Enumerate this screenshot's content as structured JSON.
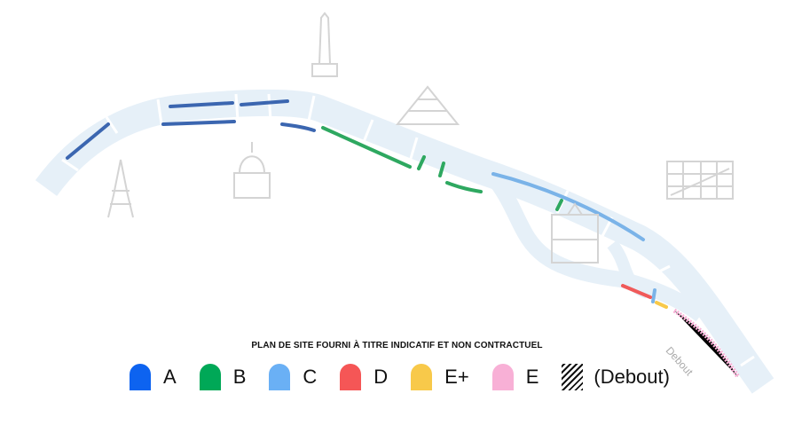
{
  "disclaimer": "PLAN DE SITE FOURNI À TITRE INDICATIF ET NON CONTRACTUEL",
  "map_label_debout": "Debout",
  "legend": [
    {
      "label": "A",
      "color": "#0d63f0"
    },
    {
      "label": "B",
      "color": "#00a857"
    },
    {
      "label": "C",
      "color": "#6ab0f5"
    },
    {
      "label": "D",
      "color": "#f55656"
    },
    {
      "label": "E+",
      "color": "#f8c94a"
    },
    {
      "label": "E",
      "color": "#f8b0d6"
    },
    {
      "label": "(Debout)",
      "pattern": "hatch"
    }
  ],
  "colors": {
    "river": "#e6f0f8",
    "landmark": "#d4d4d4",
    "zone_a_map": "#3b66b0"
  },
  "landmarks": [
    "eiffel-tower-icon",
    "invalides-icon",
    "obelisk-icon",
    "louvre-pyramid-icon",
    "notre-dame-icon",
    "hotel-de-ville-icon"
  ]
}
